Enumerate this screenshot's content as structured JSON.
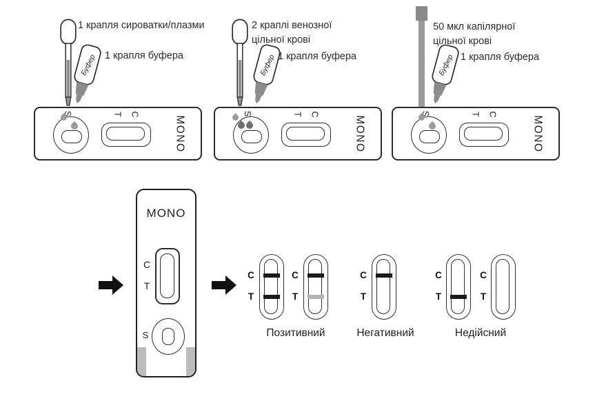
{
  "brand": "MONO",
  "window_labels": {
    "c": "C",
    "t": "T",
    "s": "S"
  },
  "panels": [
    {
      "applicator": "dropper",
      "sample_lines": [
        "1 крапля сироватки/плазми"
      ],
      "buffer_label": "1 крапля буфера",
      "bottle_label": "Буфер"
    },
    {
      "applicator": "dropper",
      "sample_lines": [
        "2 краплі венозної",
        "цільної крові"
      ],
      "buffer_label": "1 крапля буфера",
      "bottle_label": "Буфер"
    },
    {
      "applicator": "capillary-tube",
      "sample_lines": [
        "50 мкл капілярної",
        "цільної крові"
      ],
      "buffer_label": "1 крапля буфера",
      "bottle_label": "Буфер"
    }
  ],
  "results": [
    {
      "caption": "Позитивний",
      "windows": [
        {
          "c_line": "dark",
          "t_line": "dark"
        },
        {
          "c_line": "dark",
          "t_line": "faint"
        }
      ]
    },
    {
      "caption": "Негативний",
      "windows": [
        {
          "c_line": "dark",
          "t_line": "none"
        }
      ]
    },
    {
      "caption": "Недійсний",
      "windows": [
        {
          "c_line": "none",
          "t_line": "dark"
        },
        {
          "c_line": "none",
          "t_line": "none"
        }
      ]
    }
  ],
  "colors": {
    "outline": "#2a2a2a",
    "line_dark": "#1b1b1b",
    "line_faint": "#b3b3b3",
    "liquid_gray": "#8f8f8f",
    "drop_serum_gray": "#9c9c9c",
    "drop_blood_gray": "#6f6f6f",
    "arrow_black": "#111111"
  }
}
